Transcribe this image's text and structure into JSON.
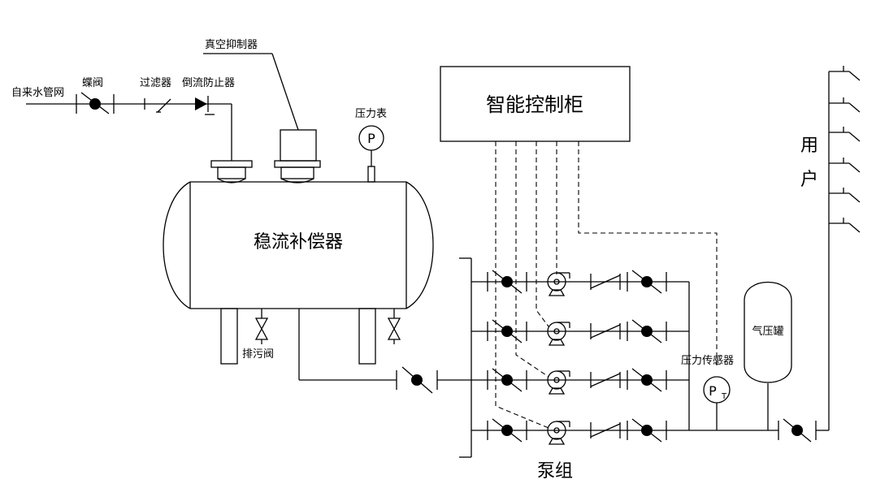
{
  "labels": {
    "water_inlet": "自来水管网",
    "butterfly_valve": "蝶阀",
    "filter": "过滤器",
    "backflow_preventer": "倒流防止器",
    "vacuum_suppressor": "真空抑制器",
    "pressure_gauge": "压力表",
    "gauge_symbol": "P",
    "compensator": "稳流补偿器",
    "drain_valve": "排污阀",
    "control_cabinet": "智能控制柜",
    "user_1": "用",
    "user_2": "户",
    "pressure_tank": "气压罐",
    "pressure_sensor": "压力传感器",
    "sensor_symbol": "P",
    "sensor_subscript": "T",
    "pump_group": "泵组"
  },
  "pump_rows": 4
}
